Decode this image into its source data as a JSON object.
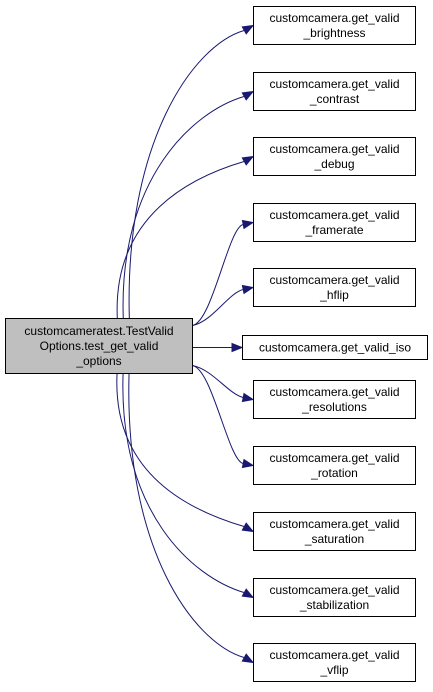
{
  "graph": {
    "colors": {
      "edge": "#191970",
      "root_fill": "#bfbfbf",
      "node_fill": "#ffffff",
      "border": "#000000"
    },
    "root": {
      "id": "root",
      "lines": [
        "customcameratest.TestValid",
        "Options.test_get_valid",
        "_options"
      ]
    },
    "nodes": [
      {
        "id": "brightness",
        "lines": [
          "customcamera.get_valid",
          "_brightness"
        ]
      },
      {
        "id": "contrast",
        "lines": [
          "customcamera.get_valid",
          "_contrast"
        ]
      },
      {
        "id": "debug",
        "lines": [
          "customcamera.get_valid",
          "_debug"
        ]
      },
      {
        "id": "framerate",
        "lines": [
          "customcamera.get_valid",
          "_framerate"
        ]
      },
      {
        "id": "hflip",
        "lines": [
          "customcamera.get_valid",
          "_hflip"
        ]
      },
      {
        "id": "iso",
        "lines": [
          "customcamera.get_valid_iso"
        ]
      },
      {
        "id": "resolutions",
        "lines": [
          "customcamera.get_valid",
          "_resolutions"
        ]
      },
      {
        "id": "rotation",
        "lines": [
          "customcamera.get_valid",
          "_rotation"
        ]
      },
      {
        "id": "saturation",
        "lines": [
          "customcamera.get_valid",
          "_saturation"
        ]
      },
      {
        "id": "stabilization",
        "lines": [
          "customcamera.get_valid",
          "_stabilization"
        ]
      },
      {
        "id": "vflip",
        "lines": [
          "customcamera.get_valid",
          "_vflip"
        ]
      }
    ],
    "edges": [
      {
        "from": "root",
        "to": "brightness"
      },
      {
        "from": "root",
        "to": "contrast"
      },
      {
        "from": "root",
        "to": "debug"
      },
      {
        "from": "root",
        "to": "framerate"
      },
      {
        "from": "root",
        "to": "hflip"
      },
      {
        "from": "root",
        "to": "iso"
      },
      {
        "from": "root",
        "to": "resolutions"
      },
      {
        "from": "root",
        "to": "rotation"
      },
      {
        "from": "root",
        "to": "saturation"
      },
      {
        "from": "root",
        "to": "stabilization"
      },
      {
        "from": "root",
        "to": "vflip"
      }
    ]
  }
}
